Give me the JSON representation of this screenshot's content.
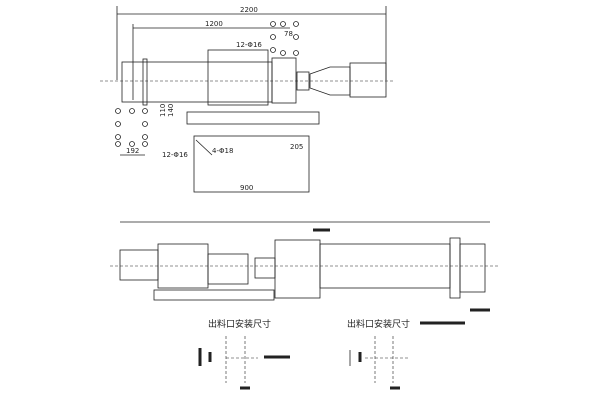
{
  "top_view": {
    "dim_total": "2200",
    "dim_shaft": "1200",
    "bolt_top": "12-Φ16",
    "dim_78": "78",
    "dim_110": "110",
    "dim_140": "140",
    "dim_192": "192",
    "bolt_left": "12-Φ16",
    "anchor_holes": "4-Φ18",
    "dim_205": "205",
    "dim_900": "900"
  },
  "bottom_view": {
    "outlet_left_title": "出料口安装尺寸",
    "outlet_right_title": "出料口安装尺寸"
  }
}
